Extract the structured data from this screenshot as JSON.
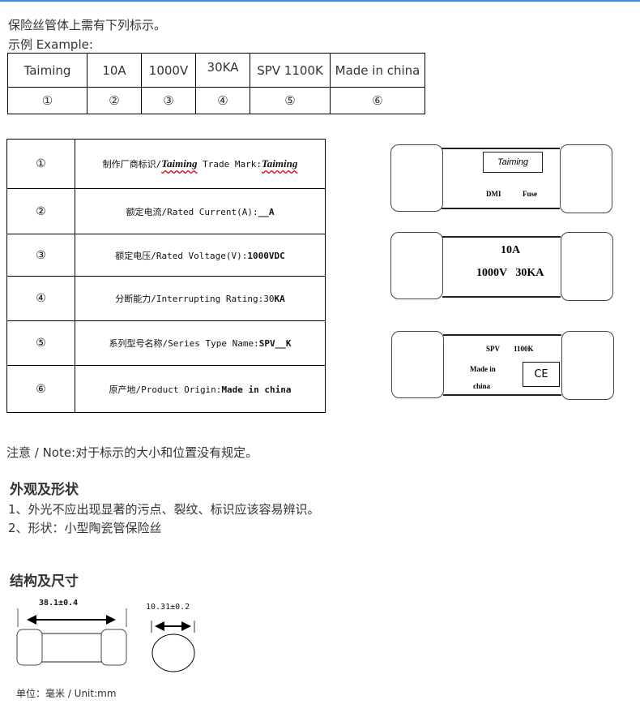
{
  "intro": "保险丝管体上需有下列标示。",
  "example_label": "示例 Example:",
  "example_table": {
    "headers": [
      "Taiming",
      "10A",
      "1000V",
      "30KA",
      "SPV 1100K",
      "Made in china"
    ],
    "numbers": [
      "①",
      "②",
      "③",
      "④",
      "⑤",
      "⑥"
    ]
  },
  "spec_rows": [
    {
      "num": "①",
      "parts": [
        "制作厂商标识/",
        "Taiming",
        " Trade Mark:",
        "Taiming"
      ]
    },
    {
      "num": "②",
      "parts": [
        "额定电流/Rated Current(A):",
        "__A"
      ]
    },
    {
      "num": "③",
      "parts": [
        "额定电压/Rated Voltage(V):",
        "1000VDC"
      ]
    },
    {
      "num": "④",
      "parts": [
        "分断能力/Interrupting Rating:30",
        "KA"
      ]
    },
    {
      "num": "⑤",
      "parts": [
        "系列型号名称/Series Type Name:",
        "SPV__K"
      ]
    },
    {
      "num": "⑥",
      "parts": [
        "原产地/Product Origin:",
        "Made in china"
      ]
    }
  ],
  "fuses": {
    "f1": {
      "brand": "Taiming",
      "left": "DMI",
      "right": "Fuse"
    },
    "f2": {
      "line1": "10A",
      "line2": "1000V   30KA"
    },
    "f3": {
      "series": "SPV",
      "code": "1100K",
      "origin1": "Made in",
      "origin2": "china",
      "mark": "CE"
    }
  },
  "note": "注意 / Note:对于标示的大小和位置没有规定。",
  "appearance": {
    "title": "外观及形状",
    "items": [
      "1、外光不应出现显著的污点、裂纹、标识应该容易辨识。",
      "2、形状：小型陶瓷管保险丝"
    ]
  },
  "structure": {
    "title": "结构及尺寸",
    "length": "38.1±0.4",
    "diameter": "10.31±0.2",
    "unit": "单位：毫米 / Unit:mm"
  }
}
